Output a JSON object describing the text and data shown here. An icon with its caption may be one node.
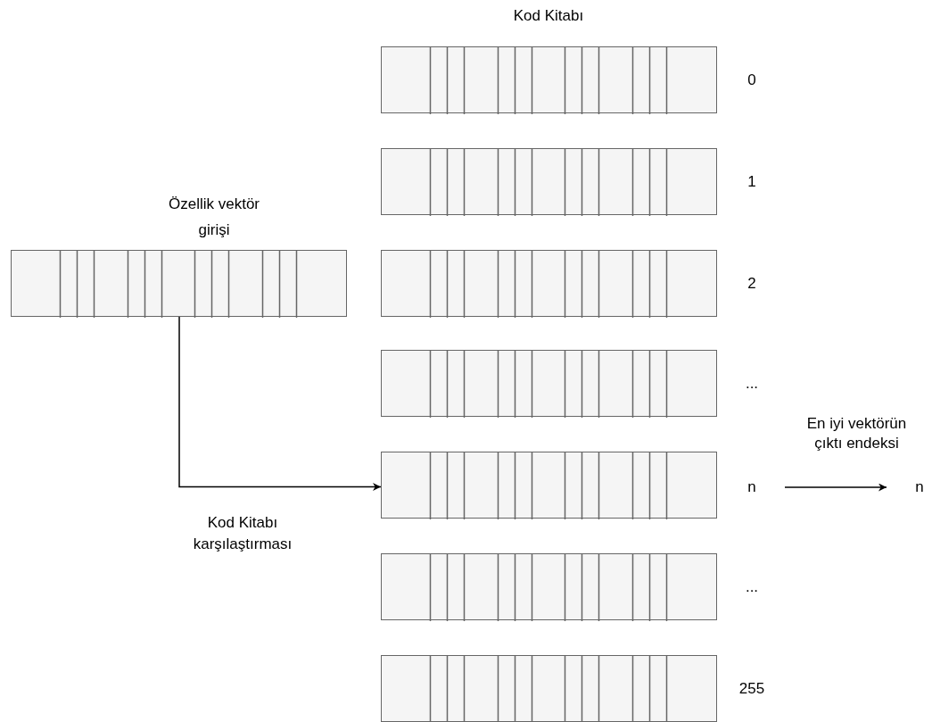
{
  "diagram": {
    "title": "Kod Kitabı",
    "nodes": [
      {
        "text": [
          "Özellik vektör girişi"
        ]
      },
      {
        "text": [],
        "shape": "box",
        "beside": [
          "0"
        ]
      },
      {
        "text": [],
        "shape": "box",
        "beside": [
          "1"
        ]
      },
      {
        "text": [],
        "shape": "box",
        "beside": [
          "2"
        ]
      },
      {
        "text": [],
        "shape": "box",
        "beside": [
          "..."
        ]
      },
      {
        "text": [],
        "shape": "box"
      },
      {
        "text": [],
        "shape": "box",
        "beside": [
          "..."
        ]
      },
      {
        "text": [],
        "shape": "box",
        "beside": [
          "255"
        ]
      },
      {
        "text": [
          "n"
        ]
      },
      {
        "text": [
          "n"
        ],
        "beside": [
          "En iyi vektörün çıktı endeksi"
        ]
      }
    ],
    "edges": [
      {
        "from": 0,
        "to": 5,
        "arrow": "to",
        "label": "Kod Kitabı karşılaştırması"
      },
      {
        "from": 8,
        "to": 9,
        "arrow": "to"
      }
    ]
  }
}
